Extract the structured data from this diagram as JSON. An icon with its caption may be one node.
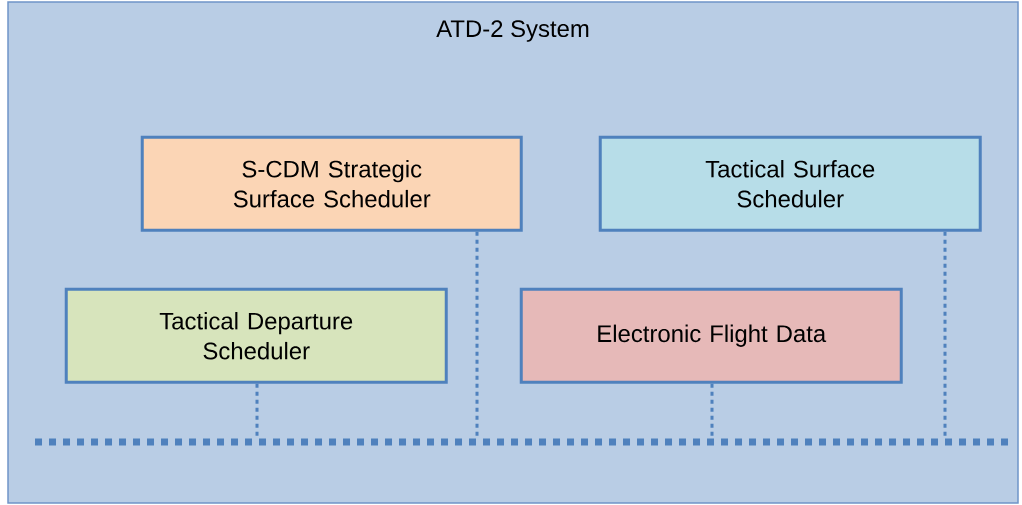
{
  "diagram": {
    "nodes": [
      {
        "text": [
          "ATD-2 System"
        ]
      },
      {
        "text": [
          "S-CDM Strategic Surface Scheduler"
        ],
        "in": 0
      },
      {
        "text": [
          "Tactical Surface Scheduler"
        ],
        "in": 0
      },
      {
        "text": [
          "Tactical Departure Scheduler"
        ],
        "in": 0
      },
      {
        "text": [
          "Electronic Flight Data"
        ],
        "in": 0
      },
      {
        "text": [],
        "shape": "bar",
        "in": 0
      }
    ],
    "edges": [
      {
        "from": 3,
        "to": 5,
        "arrow": "none"
      },
      {
        "from": 1,
        "to": 5,
        "arrow": "none"
      },
      {
        "from": 4,
        "to": 5,
        "arrow": "none"
      },
      {
        "from": 2,
        "to": 5,
        "arrow": "none"
      }
    ]
  }
}
